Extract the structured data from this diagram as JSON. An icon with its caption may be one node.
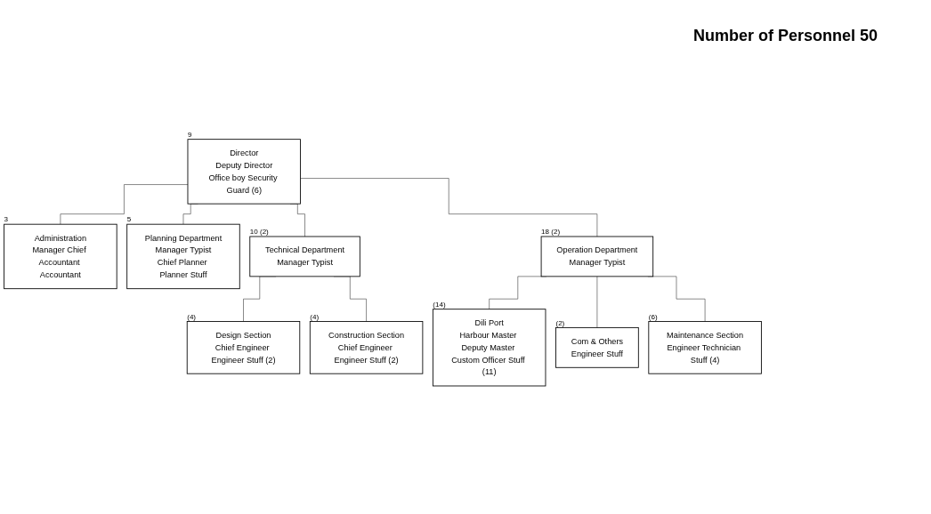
{
  "diagram": {
    "title": "Number of Personnel 50",
    "nodes": [
      {
        "text": [
          "Director",
          "Deputy Director",
          "Office boy Security Guard (6)"
        ],
        "beside": [
          "9"
        ]
      },
      {
        "text": [
          "Administration",
          "Manager Chief Accountant Accountant"
        ],
        "beside": [
          "3"
        ]
      },
      {
        "text": [
          "Planning Department",
          "Manager Typist",
          "Chief Planner Planner Stuff"
        ],
        "beside": [
          "5"
        ]
      },
      {
        "text": [
          "Technical Department",
          "Manager Typist"
        ],
        "beside": [
          "10 (2)"
        ]
      },
      {
        "text": [
          "Operation Department",
          "Manager Typist"
        ],
        "beside": [
          "18 (2)"
        ]
      },
      {
        "text": [
          "Design Section",
          "Chief Engineer Engineer Stuff (2)"
        ],
        "beside": [
          "(4)"
        ]
      },
      {
        "text": [
          "Construction Section",
          "Chief Engineer Engineer Stuff (2)"
        ],
        "beside": [
          "(4)"
        ]
      },
      {
        "text": [
          "Dili Port",
          "Harbour Master Deputy Master Custom Officer Stuff (11)"
        ],
        "beside": [
          "(14)"
        ]
      },
      {
        "text": [
          "Com & Others",
          "Engineer Stuff"
        ],
        "beside": [
          "(2)"
        ]
      },
      {
        "text": [
          "Maintenance Section",
          "Engineer Technician Stuff (4)"
        ],
        "beside": [
          "(6)"
        ]
      }
    ],
    "edges": [
      {
        "from": 0,
        "to": 1,
        "arrow": "none"
      },
      {
        "from": 0,
        "to": 2,
        "arrow": "none"
      },
      {
        "from": 0,
        "to": 3,
        "arrow": "none"
      },
      {
        "from": 0,
        "to": 4,
        "arrow": "none"
      },
      {
        "from": 3,
        "to": 5,
        "arrow": "none"
      },
      {
        "from": 3,
        "to": 6,
        "arrow": "none"
      },
      {
        "from": 4,
        "to": 7,
        "arrow": "none"
      },
      {
        "from": 4,
        "to": 8,
        "arrow": "none"
      },
      {
        "from": 4,
        "to": 9,
        "arrow": "none"
      }
    ]
  }
}
